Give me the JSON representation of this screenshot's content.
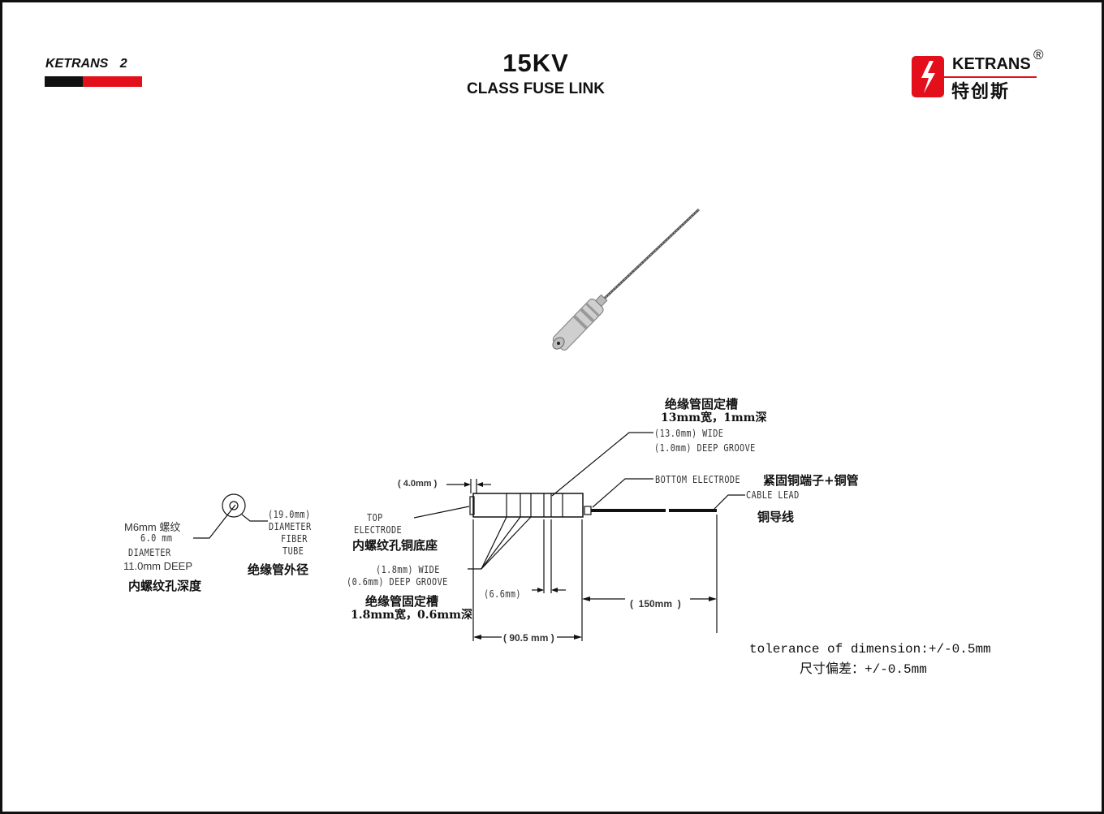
{
  "header": {
    "left_logo": {
      "brand": "KETRANS",
      "number": "2"
    },
    "title": "15KV",
    "subtitle": "CLASS FUSE LINK",
    "right_logo": {
      "brand": "KETRANS",
      "registered": "®",
      "chinese_name": "特创斯"
    }
  },
  "colors": {
    "brand_red": "#e3101b",
    "line": "#111111"
  },
  "drawing": {
    "end_view": {
      "thread_cn": "M6mm 螺纹",
      "thread_dia": "6.0 mm",
      "thread_label": "DIAMETER",
      "thread_depth": "11.0mm DEEP",
      "thread_depth_cn": "内螺纹孔深度",
      "tube_dia": "(19.0mm)",
      "tube_label_1": "DIAMETER",
      "tube_label_2": "FIBER",
      "tube_label_3": "TUBE",
      "tube_cn": "绝缘管外径"
    },
    "top_groove_cn_1": "绝缘管固定槽",
    "top_groove_cn_2": "13mm宽，1mm深",
    "top_groove_wide": "(13.0mm) WIDE",
    "top_groove_deep": "(1.0mm) DEEP GROOVE",
    "bottom_electrode": "BOTTOM ELECTRODE",
    "bottom_electrode_cn": "紧固铜端子+铜管",
    "cable_lead": "CABLE LEAD",
    "cable_lead_cn": "铜导线",
    "dim_4": "( 4.0mm )",
    "top_electrode_1": "TOP",
    "top_electrode_2": "ELECTRODE",
    "top_electrode_cn": "内螺纹孔铜底座",
    "small_groove_wide": "(1.8mm) WIDE",
    "small_groove_deep": "(0.6mm) DEEP GROOVE",
    "small_groove_cn_1": "绝缘管固定槽",
    "small_groove_cn_2": "1.8mm宽，0.6mm深",
    "dim_6_6": "(6.6mm)",
    "dim_150": "(  150mm  )",
    "dim_90_5": "( 90.5 mm )"
  },
  "tolerance": {
    "en": "tolerance of dimension:+/-0.5mm",
    "cn": "尺寸偏差：+/-0.5mm"
  }
}
